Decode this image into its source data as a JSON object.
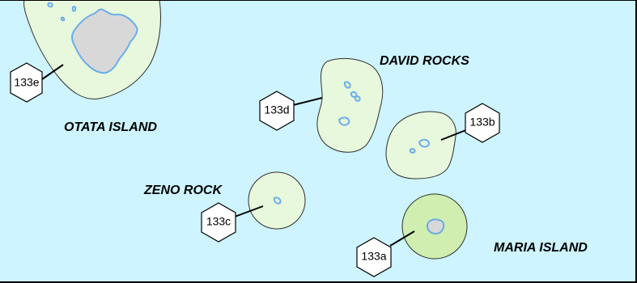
{
  "map": {
    "colors": {
      "water": "#cdf4ff",
      "buffer_fill": "#e8f8dc",
      "buffer_highlight": "#cfeeb0",
      "land_fill": "#d8d8d8",
      "coastline": "#6aaee8"
    },
    "place_labels": {
      "otata": "OTATA ISLAND",
      "david": "DAVID ROCKS",
      "zeno": "ZENO ROCK",
      "maria": "MARIA ISLAND"
    },
    "site_labels": {
      "a": "133a",
      "b": "133b",
      "c": "133c",
      "d": "133d",
      "e": "133e"
    }
  }
}
